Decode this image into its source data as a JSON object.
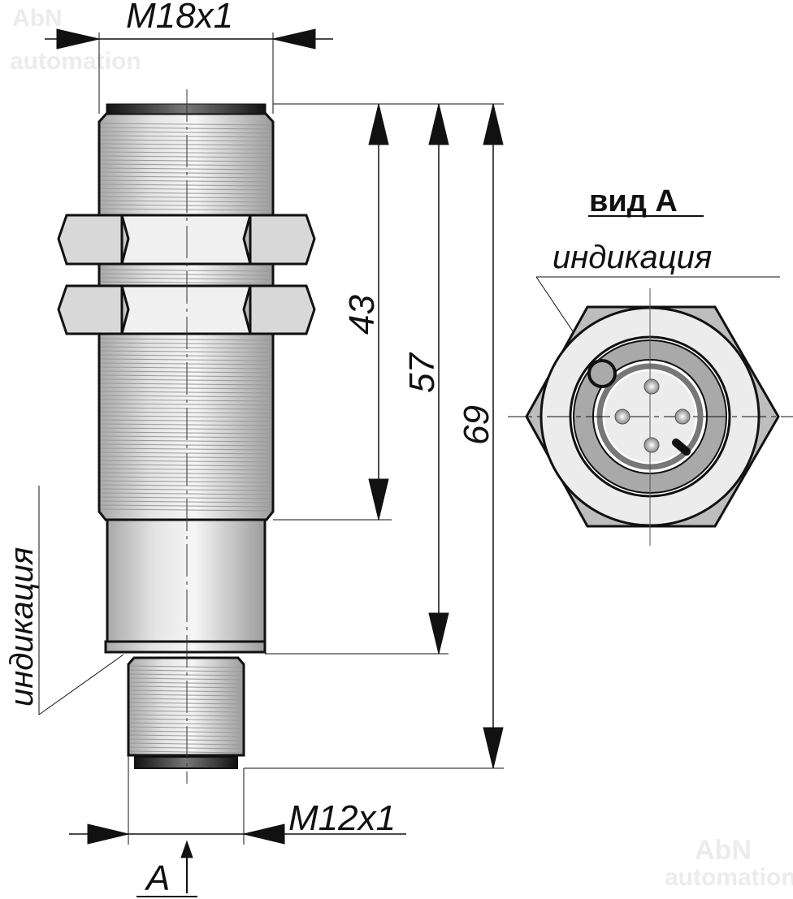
{
  "title": "Sensor M18x1 with M12x1 connector dimension drawing",
  "watermark": {
    "line1": "AbN",
    "line2": "automation"
  },
  "dimensions": {
    "thread_main": "M18x1",
    "thread_connector": "M12x1",
    "length_43": "43",
    "length_57": "57",
    "length_69": "69"
  },
  "labels": {
    "indication_side": "индикация",
    "indication_view": "индикация",
    "view_title": "вид А",
    "view_marker": "A"
  },
  "colors": {
    "line": "#111111",
    "body_light": "#e8e8e8",
    "body_mid": "#bdbdbd",
    "ring": "#a9a9a9"
  }
}
